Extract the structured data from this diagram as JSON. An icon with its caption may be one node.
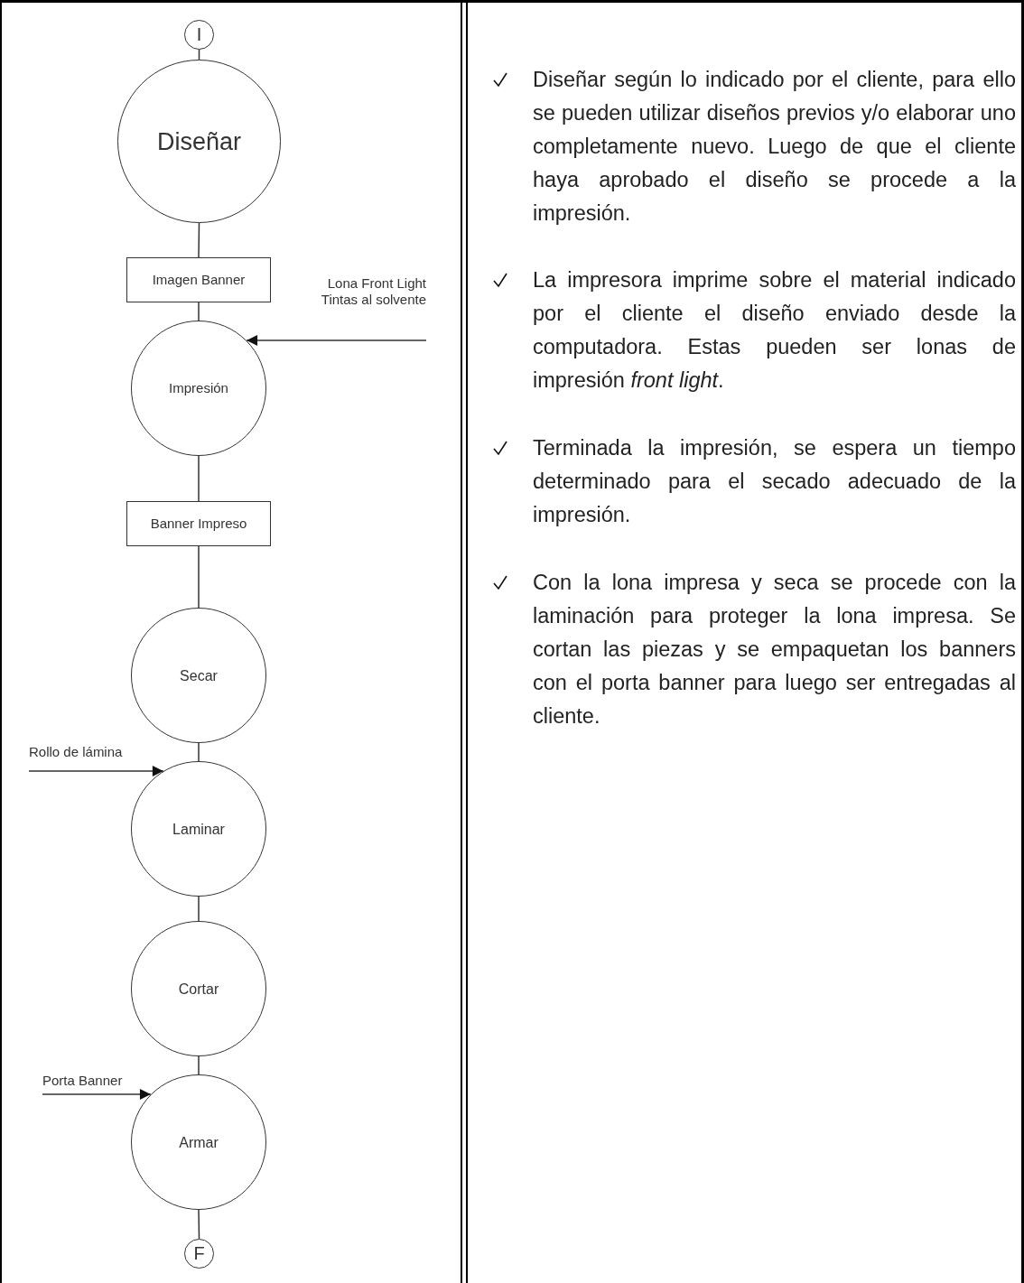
{
  "diagram": {
    "nodes": [
      {
        "text": [
          "I"
        ]
      },
      {
        "text": [
          "Diseñar"
        ]
      },
      {
        "text": [
          "Imagen Banner"
        ]
      },
      {
        "text": [
          "Impresión"
        ]
      },
      {
        "text": [
          "Banner Impreso"
        ]
      },
      {
        "text": [
          "Secar"
        ]
      },
      {
        "text": [
          "Laminar"
        ]
      },
      {
        "text": [
          "Cortar"
        ]
      },
      {
        "text": [
          "Armar"
        ]
      },
      {
        "text": [
          "F"
        ]
      },
      {
        "text": [
          "Lona Front Light Tintas al solvente"
        ]
      },
      {
        "text": [
          "Rollo de lámina"
        ]
      },
      {
        "text": [
          "Porta Banner"
        ]
      }
    ],
    "edges": [
      {
        "from": 0,
        "to": 1,
        "arrow": "none"
      },
      {
        "from": 1,
        "to": 2,
        "arrow": "none"
      },
      {
        "from": 2,
        "to": 3,
        "arrow": "none"
      },
      {
        "from": 3,
        "to": 4,
        "arrow": "none"
      },
      {
        "from": 4,
        "to": 5,
        "arrow": "none"
      },
      {
        "from": 5,
        "to": 6,
        "arrow": "none"
      },
      {
        "from": 6,
        "to": 7,
        "arrow": "none"
      },
      {
        "from": 7,
        "to": 8,
        "arrow": "none"
      },
      {
        "from": 8,
        "to": 9,
        "arrow": "none"
      },
      {
        "from": 10,
        "to": 3,
        "arrow": "to"
      },
      {
        "from": 11,
        "to": 6,
        "arrow": "to"
      },
      {
        "from": 12,
        "to": 8,
        "arrow": "to"
      }
    ],
    "labels": [
      "Diseñar según lo indicado por el cliente, para ello se pueden utilizar diseños previos y/o elaborar uno completamente nuevo. Luego de que el cliente haya aprobado el diseño se procede a la impresión.",
      "La impresora imprime sobre el material indicado por el cliente el diseño enviado desde la computadora. Estas pueden ser lonas de impresión *front light*.",
      "Terminada la impresión, se espera un tiempo determinado para el secado adecuado de la impresión.",
      "Con la lona impresa y seca se procede con la laminación para proteger la lona impresa. Se cortan las piezas y se empaquetan los banners con el porta banner para luego ser entregadas al cliente."
    ]
  }
}
